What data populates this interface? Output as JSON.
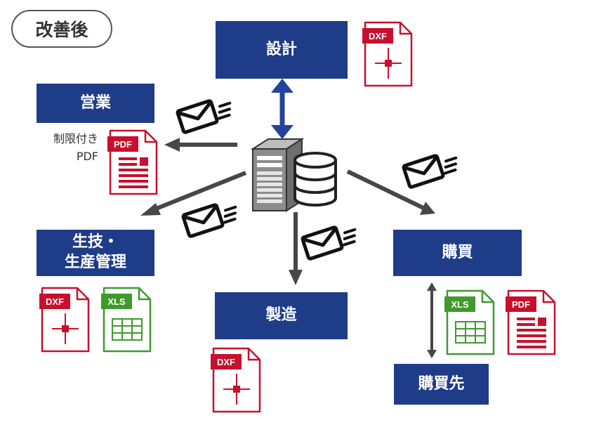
{
  "badge": {
    "label": "改善後"
  },
  "departments": {
    "design": "設計",
    "sales": "営業",
    "production_engineering": "生技・\n生産管理",
    "manufacturing": "製造",
    "purchasing": "購買",
    "supplier": "購買先"
  },
  "sales_note": {
    "line1": "制限付き",
    "line2": "PDF"
  },
  "file_labels": {
    "dxf": "DXF",
    "pdf": "PDF",
    "xls": "XLS"
  },
  "colors": {
    "dept_fill": "#1F3C88",
    "arrow_dark": "#474747",
    "arrow_blue": "#23449A",
    "dxf_red": "#C8102E",
    "xls_green": "#3E9A2C"
  },
  "icons": [
    "server-icon",
    "database-icon",
    "mail-icon",
    "dxf-file-icon",
    "pdf-file-icon",
    "xls-file-icon"
  ]
}
